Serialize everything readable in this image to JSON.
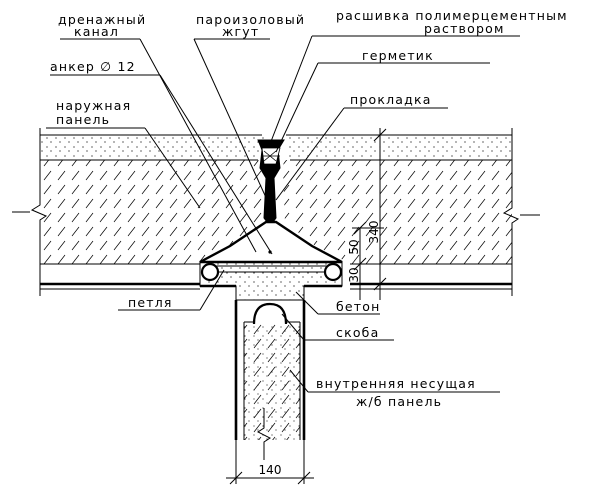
{
  "labels": {
    "drainage_channel_l1": "дренажный",
    "drainage_channel_l2": "канал",
    "vapor_barrier_l1": "пароизоловый",
    "vapor_barrier_l2": "жгут",
    "jointing_l1": "расшивка полимерцементным",
    "jointing_l2": "раствором",
    "anchor": "анкер ∅ 12",
    "sealant": "герметик",
    "outer_panel_l1": "наружная",
    "outer_panel_l2": "панель",
    "gasket": "прокладка",
    "loop": "петля",
    "concrete": "бетон",
    "bracket": "скоба",
    "inner_panel_l1": "внутренняя несущая",
    "inner_panel_l2": "ж/б панель"
  },
  "dimensions": {
    "panel_thickness": "340",
    "dim_50": "50",
    "dim_30": "30",
    "inner_width": "140"
  }
}
